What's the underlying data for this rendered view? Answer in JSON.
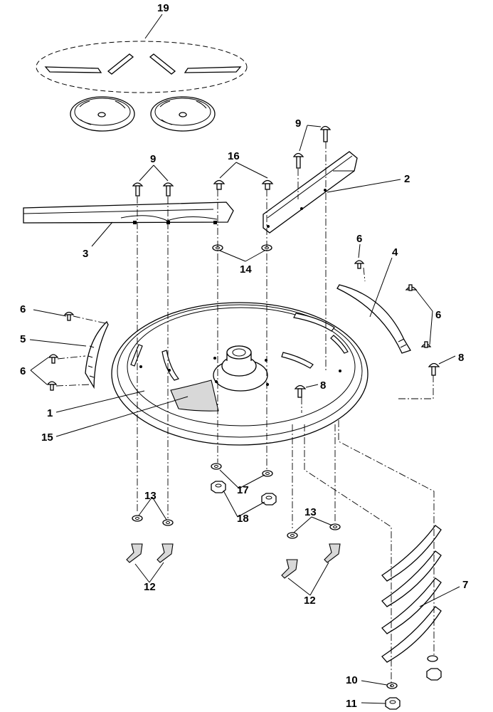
{
  "diagram": {
    "callouts": [
      "19",
      "9",
      "16",
      "2",
      "3",
      "14",
      "6",
      "4",
      "5",
      "1",
      "15",
      "8",
      "17",
      "18",
      "13",
      "12",
      "7",
      "10",
      "11"
    ]
  }
}
